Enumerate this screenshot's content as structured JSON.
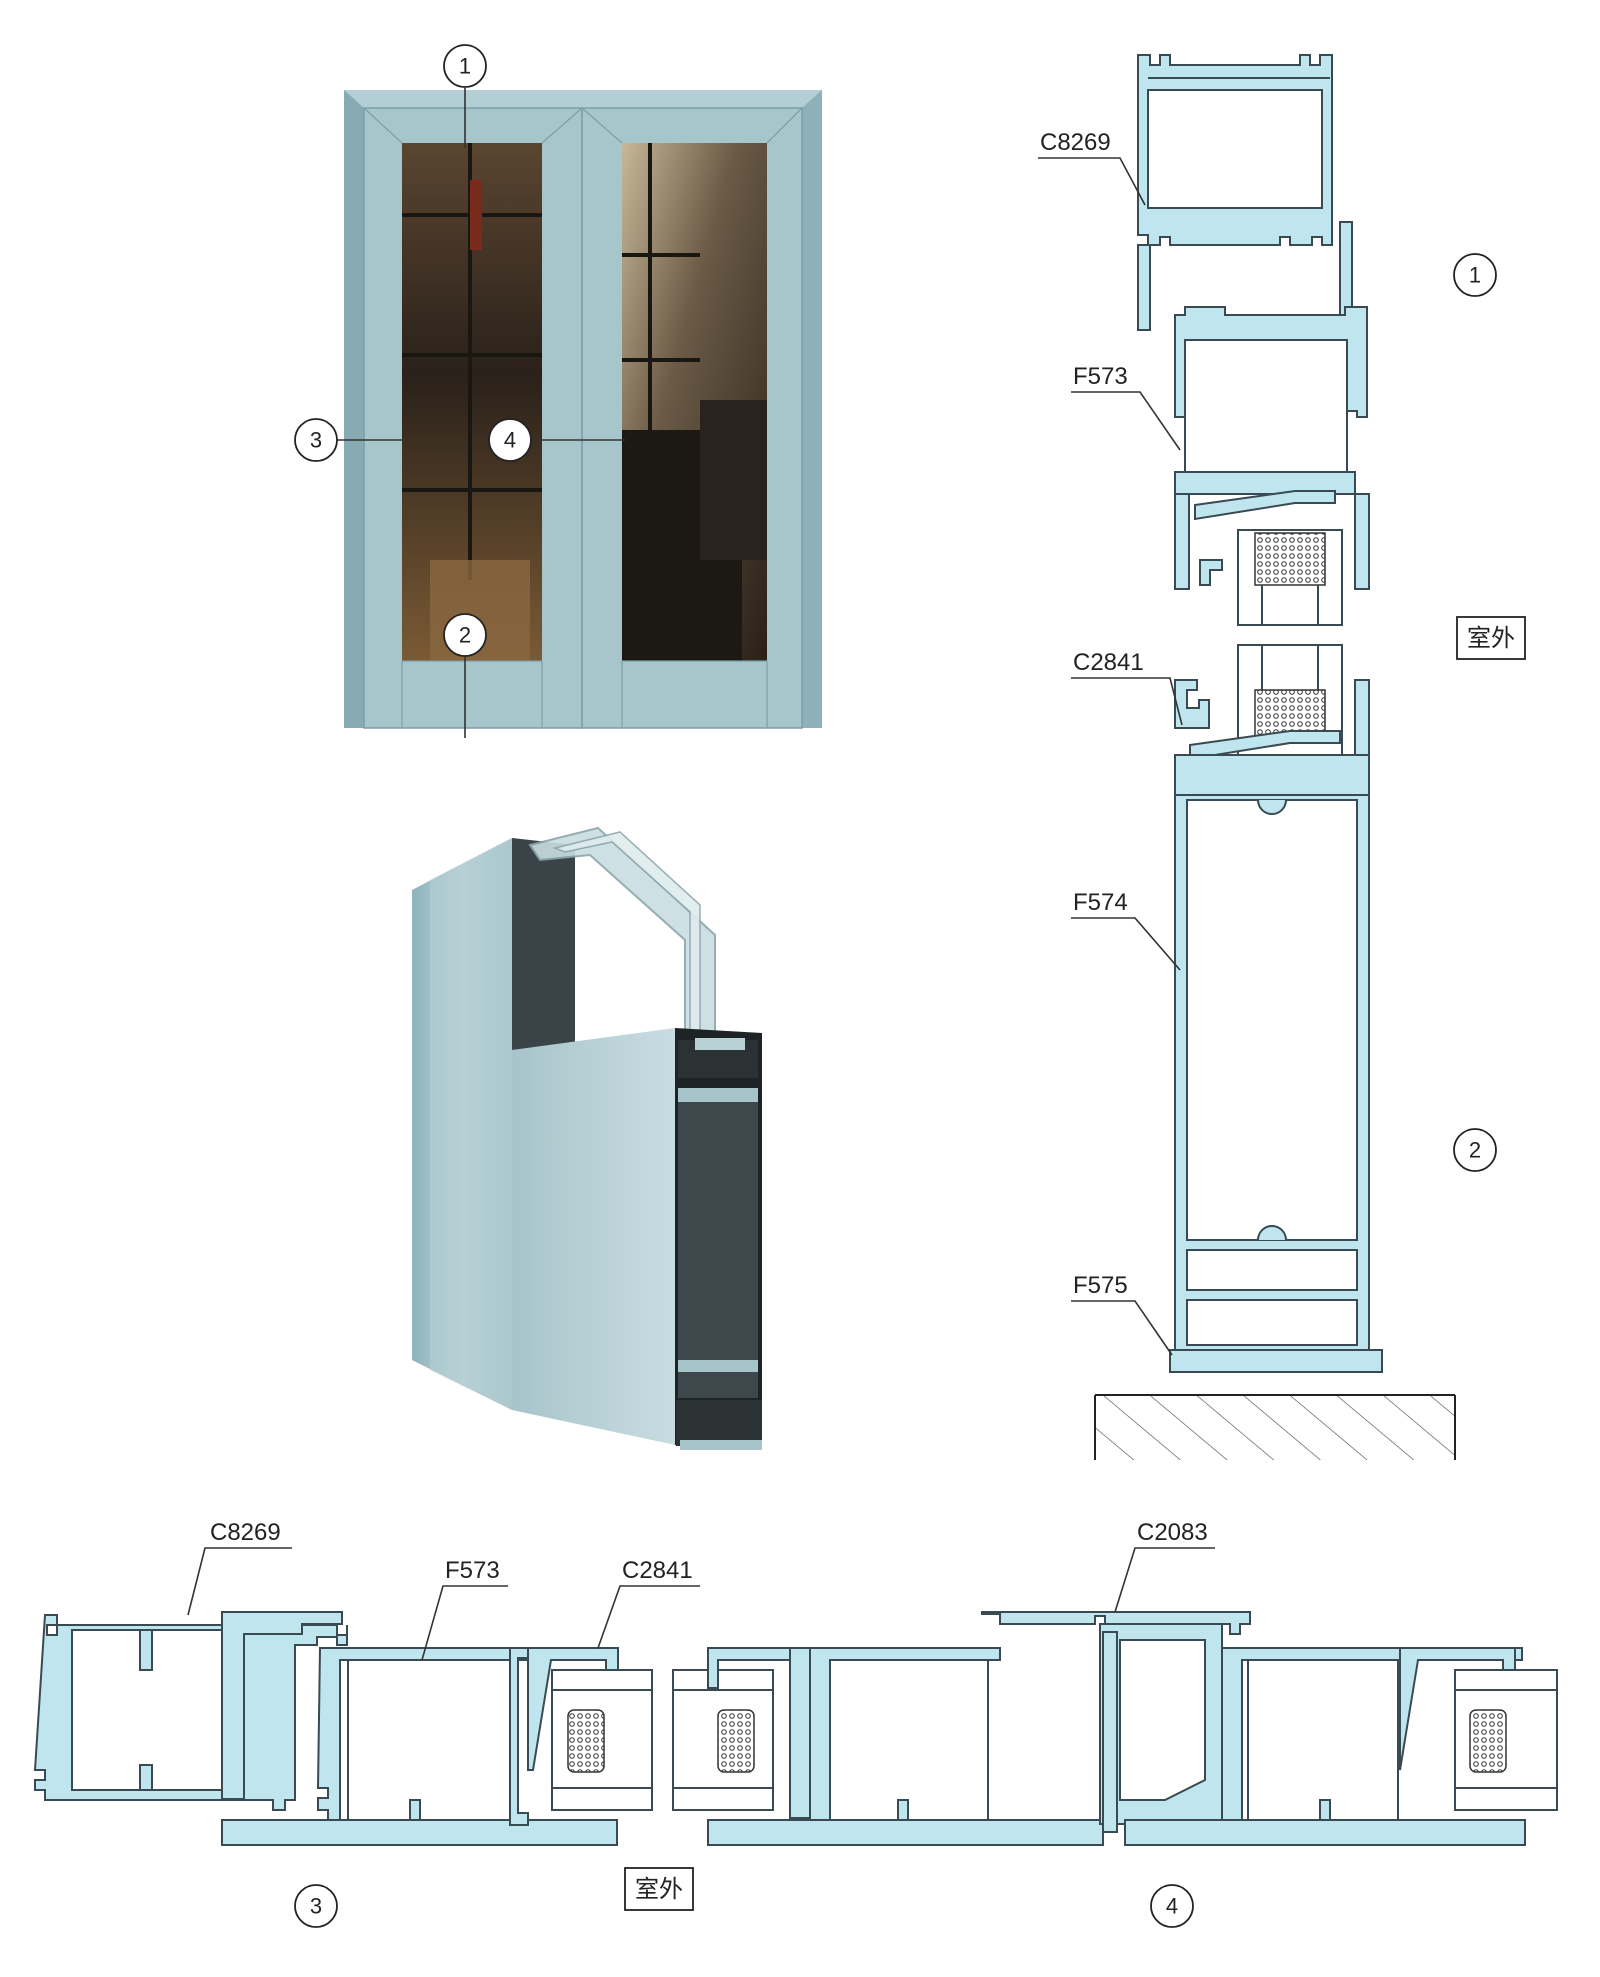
{
  "callouts": {
    "n1": "1",
    "n2": "2",
    "n3": "3",
    "n4": "4"
  },
  "profiles": {
    "c8269": "C8269",
    "f573": "F573",
    "c2841": "C2841",
    "f574": "F574",
    "f575": "F575",
    "c2083": "C2083"
  },
  "outdoor_label": "室外",
  "colors": {
    "door_frame": "#a9c8cf",
    "profile_fill": "#bfe6ee",
    "profile_stroke": "#3a4a52",
    "glass_interior": "#4a3a28"
  }
}
